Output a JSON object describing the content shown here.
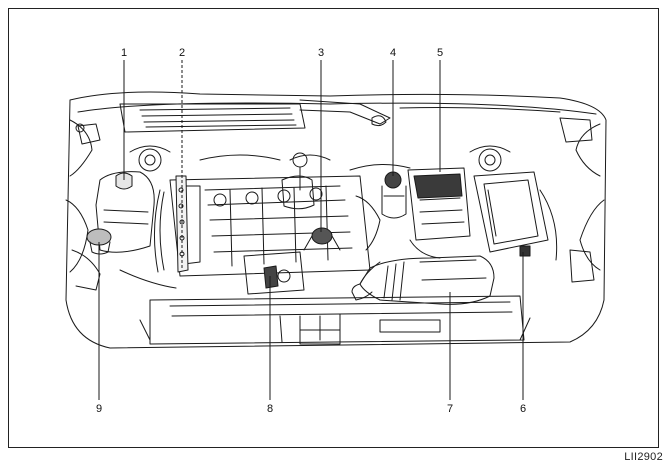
{
  "callouts": [
    {
      "id": "1",
      "label": "1"
    },
    {
      "id": "2",
      "label": "2"
    },
    {
      "id": "3",
      "label": "3"
    },
    {
      "id": "4",
      "label": "4"
    },
    {
      "id": "5",
      "label": "5"
    },
    {
      "id": "6",
      "label": "6"
    },
    {
      "id": "7",
      "label": "7"
    },
    {
      "id": "8",
      "label": "8"
    },
    {
      "id": "9",
      "label": "9"
    }
  ],
  "figure_id": "LII2902",
  "colors": {
    "line": "#1a1a1a",
    "frame": "#222222",
    "background": "#ffffff"
  }
}
